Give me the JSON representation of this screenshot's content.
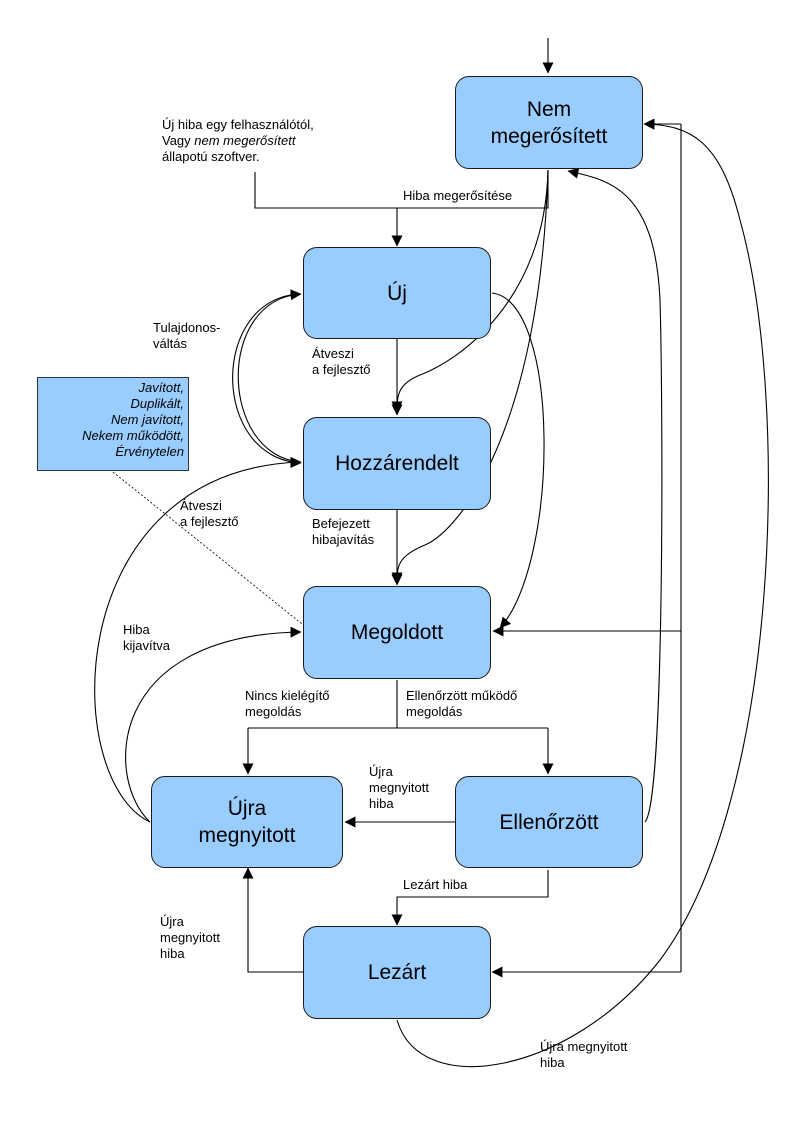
{
  "states": {
    "nem_megerositett": "Nem\nmegerősített",
    "uj": "Új",
    "hozzarendelt": "Hozzárendelt",
    "megoldott": "Megoldott",
    "ujra_megnyitott": "Újra\nmegnyitott",
    "ellenorzott": "Ellenőrzött",
    "lezart": "Lezárt"
  },
  "intro_note": {
    "line1": "Új hiba egy felhasználótól,",
    "line2_prefix": "Vagy ",
    "line2_italic": "nem megerősített",
    "line3": "állapotú szoftver."
  },
  "resolutions_note": "Javított,\nDuplikált,\nNem javított,\nNekem működött,\nÉrvénytelen",
  "labels": {
    "hiba_megerositese": "Hiba megerősítése",
    "tulajdonos_valtas": "Tulajdonos-\nváltás",
    "atveszi_1": "Átveszi\na fejlesztő",
    "atveszi_2": "Átveszi\na fejlesztő",
    "befejezett": "Befejezett\nhibajavítás",
    "hiba_kijavitva": "Hiba\nkijavítva",
    "nincs_kielegito": "Nincs kielégítő\nmegoldás",
    "ellenorzott_mukodo": "Ellenőrzött működő\nmegoldás",
    "ujra_megnyitott_hiba_1": "Újra\nmegnyitott\nhiba",
    "lezart_hiba": "Lezárt hiba",
    "ujra_megnyitott_hiba_2": "Újra\nmegnyitott\nhiba",
    "ujra_megnyitott_hiba_3": "Újra megnyitott\nhiba"
  },
  "colors": {
    "node_fill": "#99ccff",
    "line": "#000000"
  }
}
